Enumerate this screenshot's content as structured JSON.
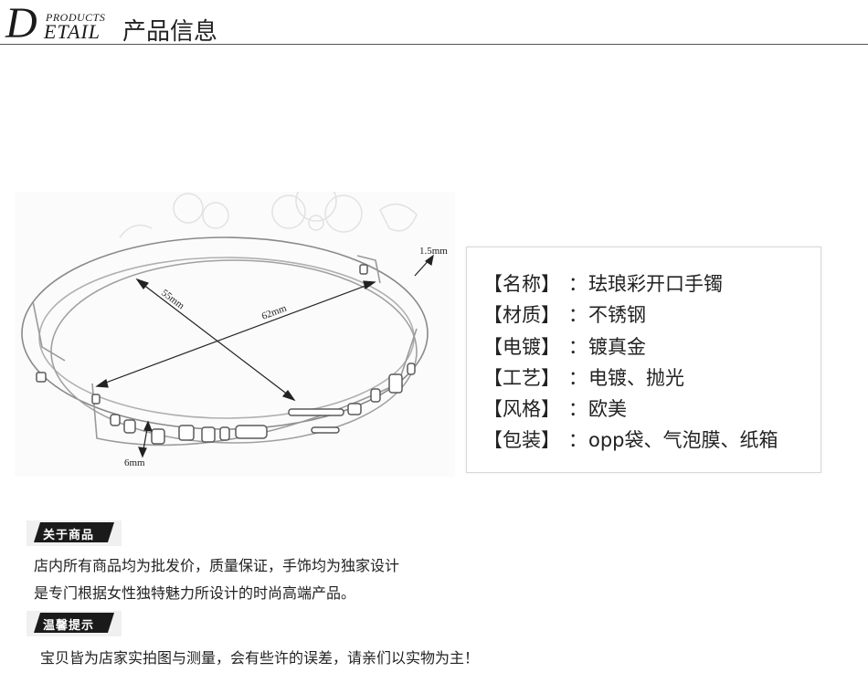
{
  "header": {
    "big_letter": "D",
    "products": "PRODUCTS",
    "etail": "ETAIL",
    "title_cn": "产品信息"
  },
  "dimensions": {
    "thickness": "1.5mm",
    "diagonal_a": "55mm",
    "diagonal_b": "62mm",
    "width": "6mm"
  },
  "specs": [
    {
      "label": "【名称】",
      "sep": "：",
      "value": "珐琅彩开口手镯"
    },
    {
      "label": "【材质】",
      "sep": "：",
      "value": "不锈钢"
    },
    {
      "label": "【电镀】",
      "sep": "：",
      "value": "镀真金"
    },
    {
      "label": "【工艺】",
      "sep": "：",
      "value": "电镀、抛光"
    },
    {
      "label": "【风格】",
      "sep": "：",
      "value": "欧美"
    },
    {
      "label": "【包装】",
      "sep": "：",
      "value": "opp袋、气泡膜、纸箱"
    }
  ],
  "about": {
    "tag": "关于商品",
    "line1": "店内所有商品均为批发价，质量保证，手饰均为独家设计",
    "line2": "是专门根据女性独特魅力所设计的时尚高端产品。"
  },
  "tips": {
    "tag": "温馨提示",
    "line1": "宝贝皆为店家实拍图与测量，会有些许的误差，请亲们以实物为主！"
  }
}
